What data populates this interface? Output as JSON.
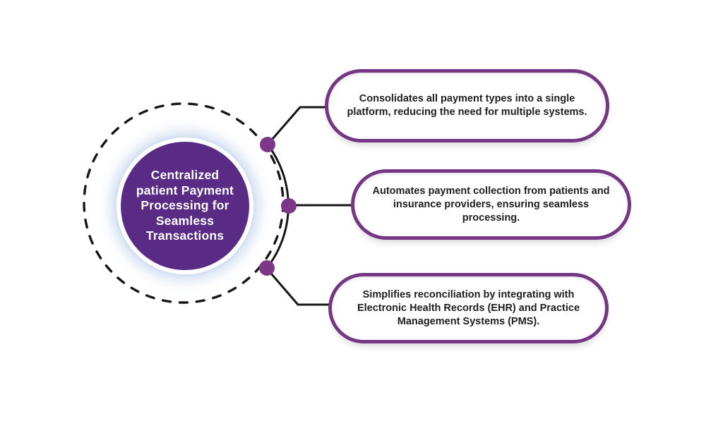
{
  "colors": {
    "background": "#ffffff",
    "center_circle_fill": "#5a2b84",
    "center_circle_ring": "#ffffff",
    "center_glow": "#c9d8ee",
    "box_border": "#753682",
    "node_dot": "#7d3789",
    "connector_line": "#161616",
    "box_text": "#1e1e1e",
    "center_text": "#ffffff"
  },
  "center": {
    "title": "Centralized patient Payment Processing for Seamless Transactions",
    "title_lines": [
      "Centralized",
      "patient Payment",
      "Processing for",
      "Seamless",
      "Transactions"
    ]
  },
  "items": [
    {
      "text": "Consolidates all payment types into a single platform, reducing the need for multiple systems."
    },
    {
      "text": "Automates payment collection from patients and insurance providers, ensuring seamless processing."
    },
    {
      "text": "Simplifies reconciliation by integrating with Electronic Health Records (EHR) and Practice Management Systems (PMS)."
    }
  ]
}
